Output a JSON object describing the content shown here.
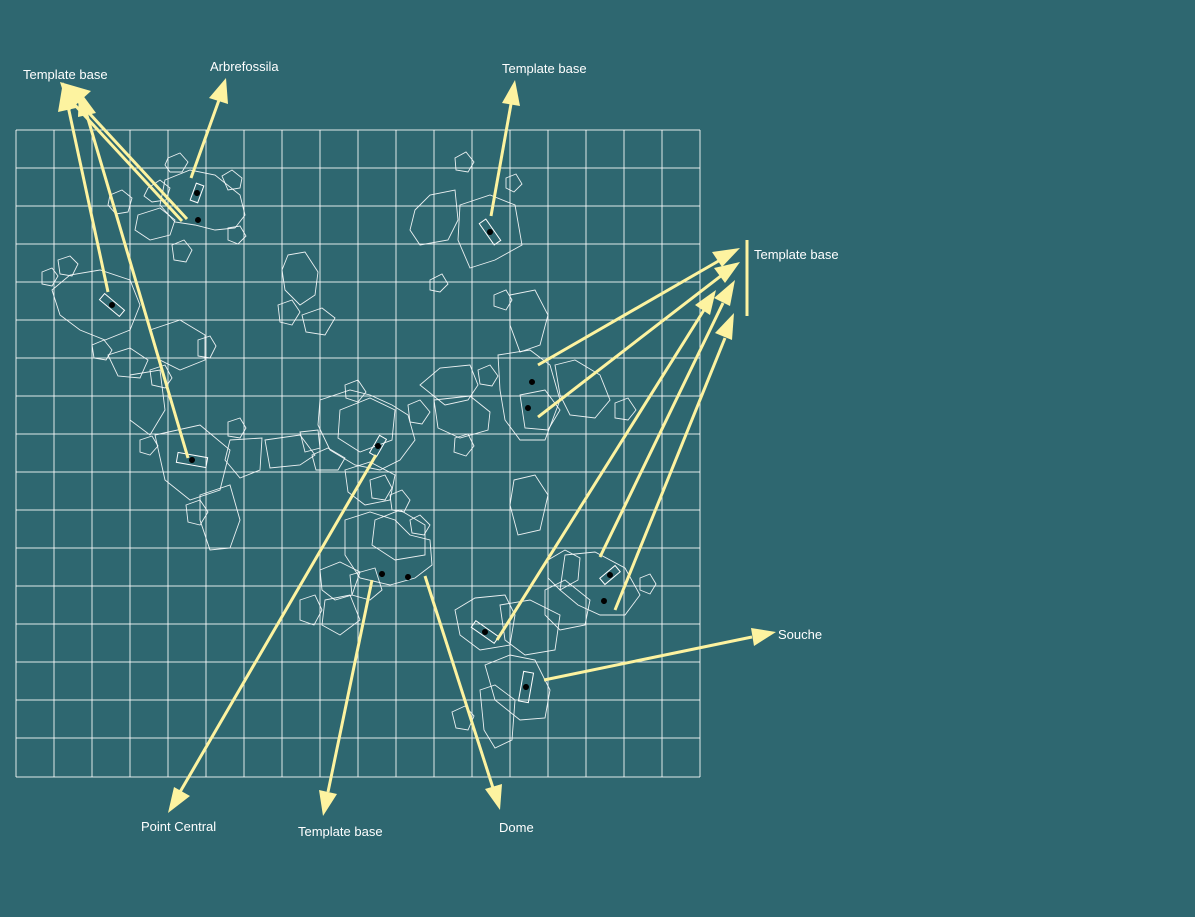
{
  "labels": {
    "template_base_top_left": "Template base",
    "arbrefossila": "Arbrefossila",
    "template_base_top_center": "Template base",
    "template_base_right": "Template base",
    "souche": "Souche",
    "point_central": "Point Central",
    "template_base_bottom": "Template base",
    "dome": "Dome"
  },
  "colors": {
    "background": "#2e6770",
    "arrow": "#fdf3a0",
    "lines": "#ffffff"
  }
}
